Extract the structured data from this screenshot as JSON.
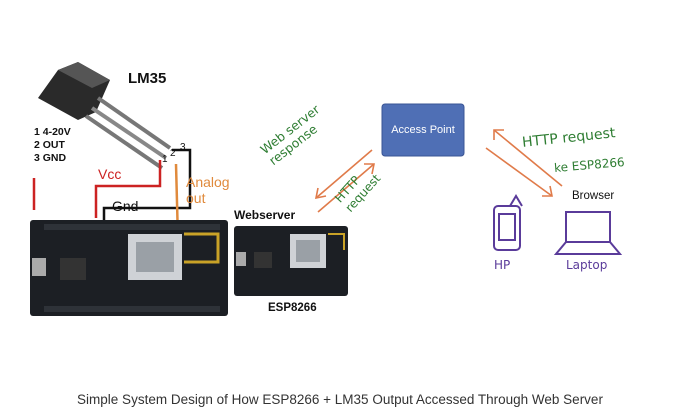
{
  "sensor": {
    "name": "LM35",
    "pins": [
      "1 4-20V",
      "2 OUT",
      "3 GND"
    ],
    "pin_numbers": [
      "1",
      "2",
      "3"
    ]
  },
  "wires": {
    "vcc": "Vcc",
    "gnd": "Gnd",
    "analog": "Analog out"
  },
  "board": {
    "webserver_label": "Webserver",
    "model_label": "ESP8266"
  },
  "network": {
    "access_point": "Access Point",
    "browser": "Browser",
    "hp": "HP",
    "laptop": "Laptop",
    "web_server_response": "Web server response",
    "http_request_left": "HTTP request",
    "http_request_right_line1": "HTTP request",
    "http_request_right_line2": "ke ESP8266"
  },
  "caption": "Simple System Design of How ESP8266 + LM35 Output Accessed Through Web Server",
  "colors": {
    "access_point_fill": "#4f6fb5",
    "vcc_wire": "#cc2222",
    "analog_wire": "#e08a3c",
    "handwriting_green": "#2e7d32",
    "arrow_orange": "#e07b4a",
    "device_purple": "#5a3b9a",
    "board_dark": "#1c1f24"
  }
}
